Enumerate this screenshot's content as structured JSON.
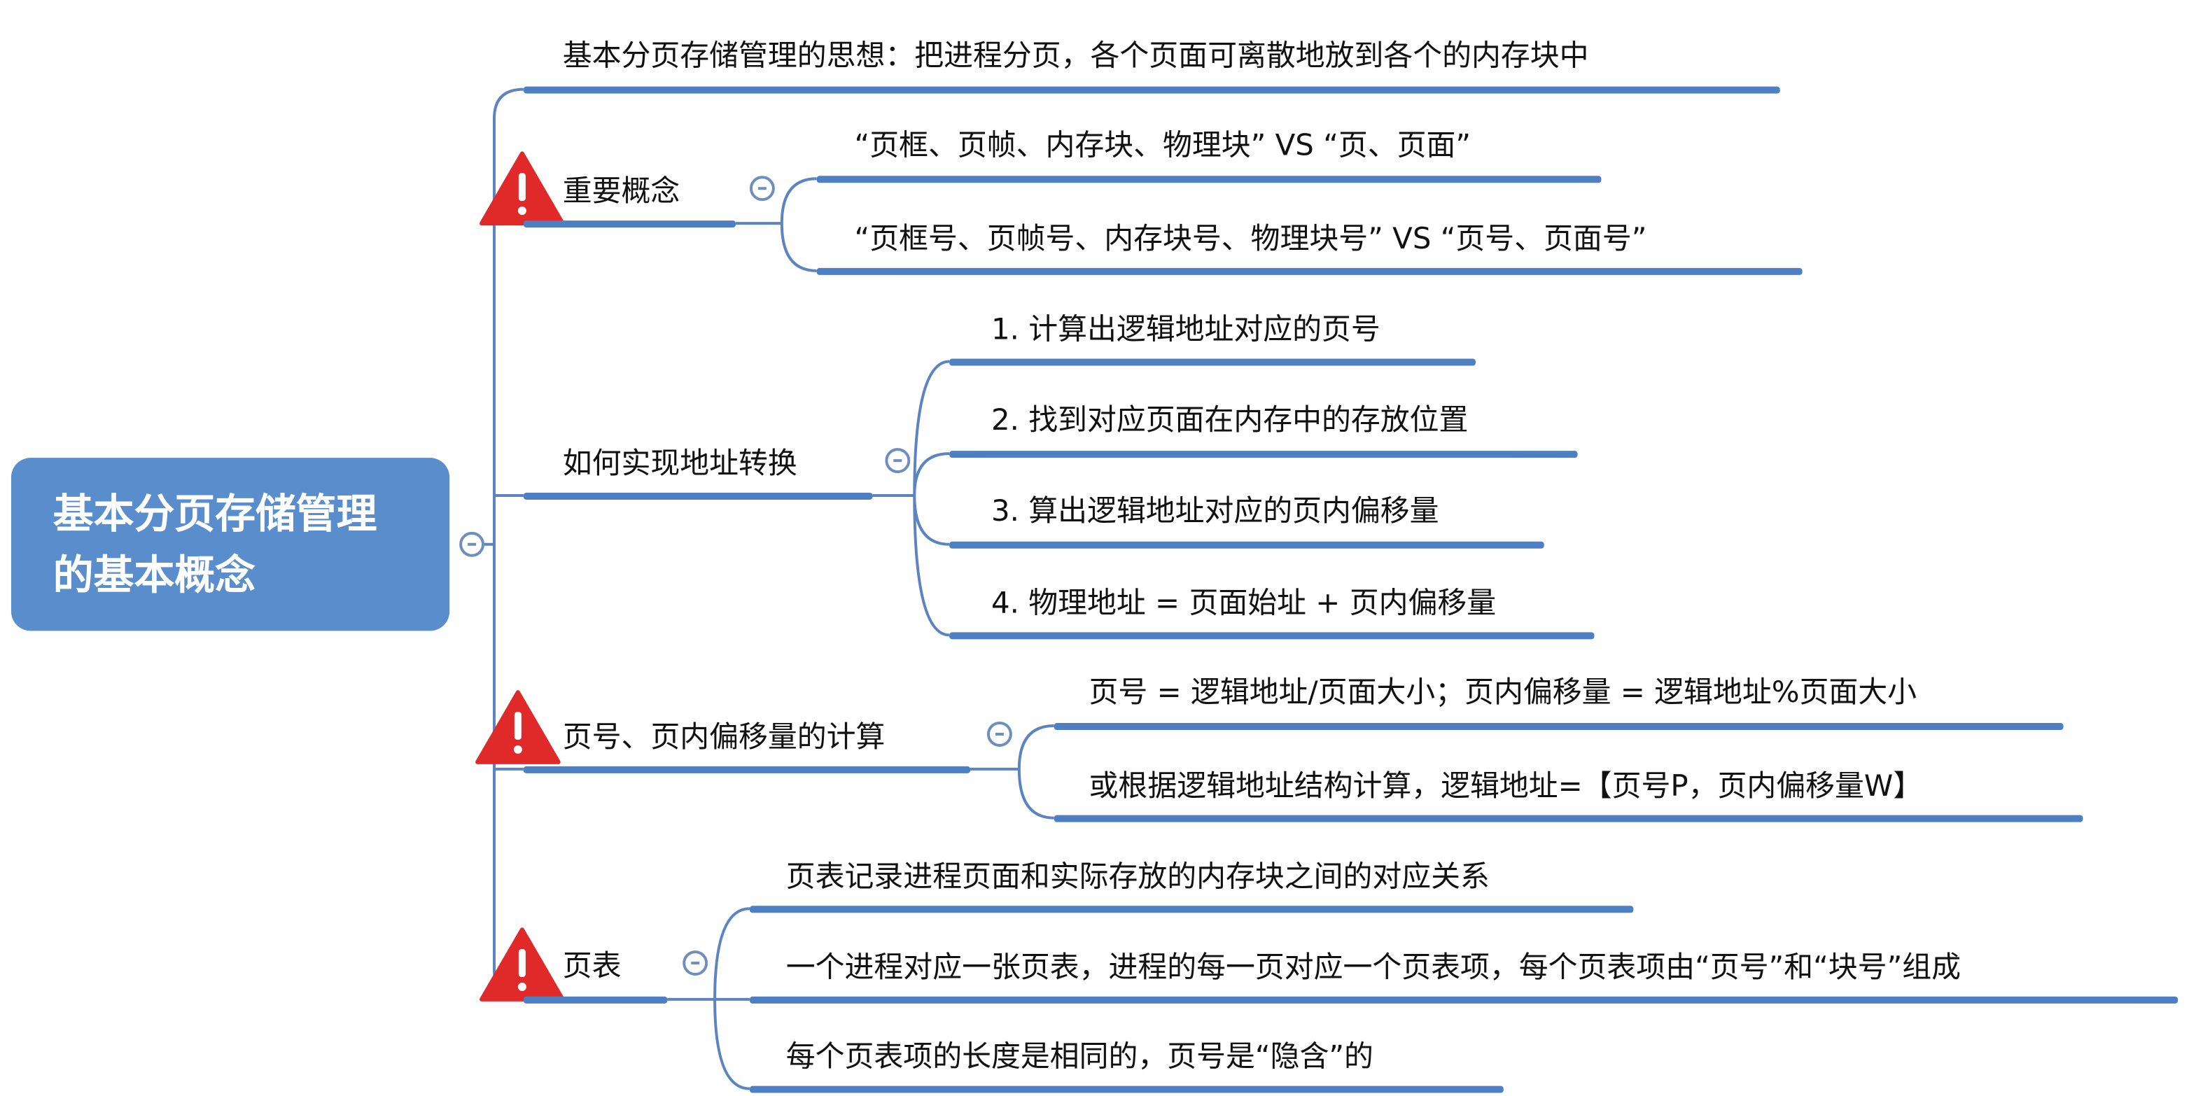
{
  "root": {
    "line1": "基本分页存储管理",
    "line2": "的基本概念"
  },
  "branches": [
    {
      "label": "基本分页存储管理的思想：把进程分页，各个页面可离散地放到各个的内存块中"
    },
    {
      "label": "重要概念",
      "icon": "warning-icon",
      "children": [
        "“页框、页帧、内存块、物理块” VS “页、页面”",
        "“页框号、页帧号、内存块号、物理块号” VS “页号、页面号”"
      ]
    },
    {
      "label": "如何实现地址转换",
      "children": [
        "1. 计算出逻辑地址对应的页号",
        "2. 找到对应页面在内存中的存放位置",
        "3. 算出逻辑地址对应的页内偏移量",
        "4. 物理地址 = 页面始址 + 页内偏移量"
      ]
    },
    {
      "label": "页号、页内偏移量的计算",
      "icon": "warning-icon",
      "children": [
        "页号 = 逻辑地址/页面大小；页内偏移量 = 逻辑地址%页面大小",
        "或根据逻辑地址结构计算，逻辑地址=【页号P，页内偏移量W】"
      ]
    },
    {
      "label": "页表",
      "icon": "warning-icon",
      "children": [
        "页表记录进程页面和实际存放的内存块之间的对应关系",
        "一个进程对应一张页表，进程的每一页对应一个页表项，每个页表项由“页号”和“块号”组成",
        "每个页表项的长度是相同的，页号是“隐含”的"
      ]
    }
  ],
  "colors": {
    "root": "#5a8dcc",
    "line": "#4d7fc2",
    "warning": "#e02a2a"
  }
}
